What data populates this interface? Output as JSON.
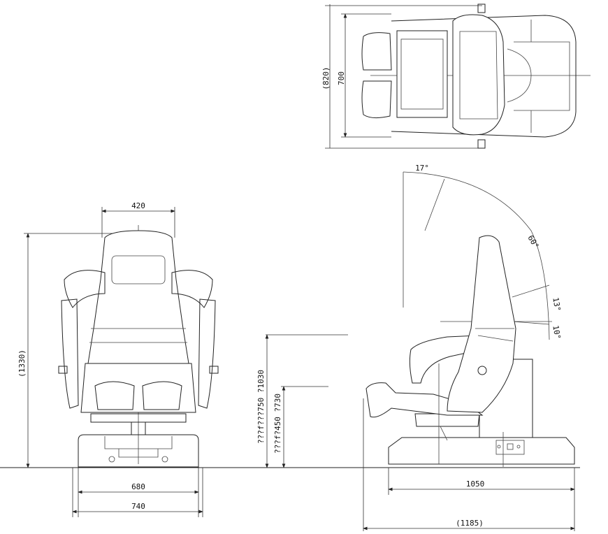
{
  "drawing": {
    "top_view": {
      "width_dim": "700",
      "overall_dim": "(820)"
    },
    "front_view": {
      "seat_width_dim": "420",
      "height_dim": "(1330)",
      "base_inner_dim": "680",
      "base_outer_dim": "740"
    },
    "heights": {
      "hip_height": "???f???750 ?1030",
      "seat_height": "???f?450 ?730"
    },
    "side_view": {
      "recline_angle_small": "17°",
      "recline_angle_large": "60°",
      "angle_13": "13°",
      "angle_10": "10°",
      "base_length_dim": "1050",
      "overall_length_dim": "(1185)"
    }
  }
}
